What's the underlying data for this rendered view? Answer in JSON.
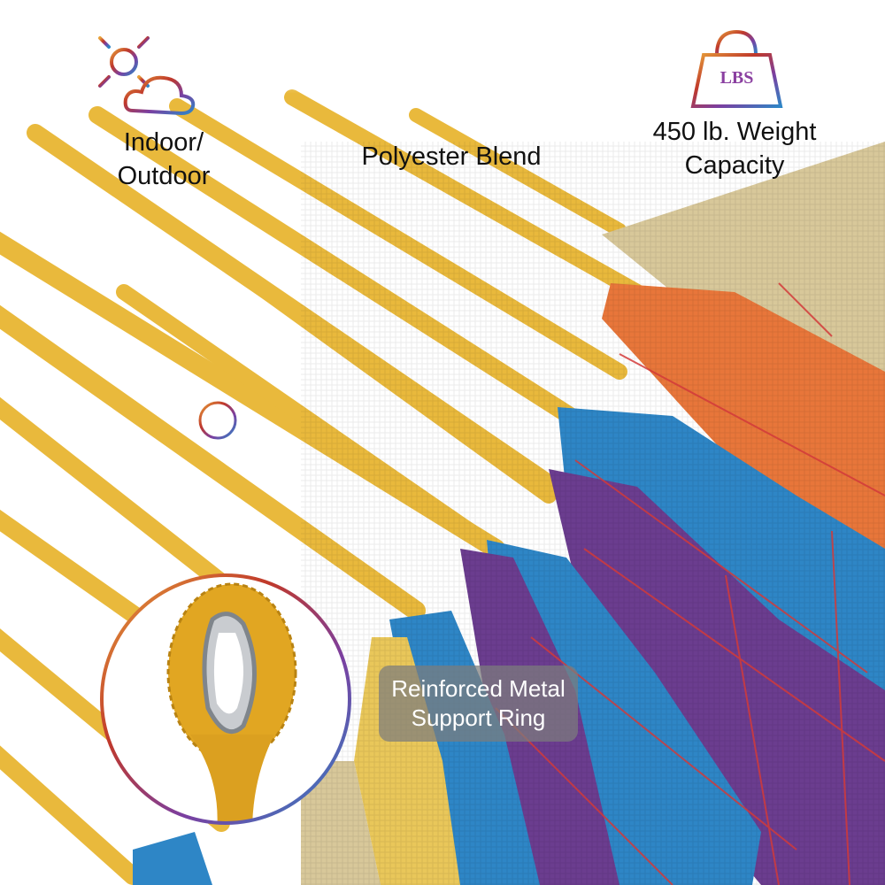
{
  "features": [
    {
      "icon": "sun-cloud-icon",
      "lines": [
        "Indoor/",
        "Outdoor"
      ]
    },
    {
      "icon": "fabric-grid-icon",
      "lines": [
        "Polyester Blend"
      ]
    },
    {
      "icon": "weight-icon",
      "icon_text": "LBS",
      "lines": [
        "450 lb. Weight",
        "Capacity"
      ]
    }
  ],
  "callout": {
    "lines": [
      "Reinforced Metal",
      "Support Ring"
    ]
  },
  "colors": {
    "rope": "#e9b93c",
    "fabric_orange": "#e8763a",
    "fabric_blue": "#2e86c6",
    "fabric_purple": "#6b3d8f",
    "fabric_tan": "#d8c89a",
    "stitch_red": "#d23a3a"
  }
}
